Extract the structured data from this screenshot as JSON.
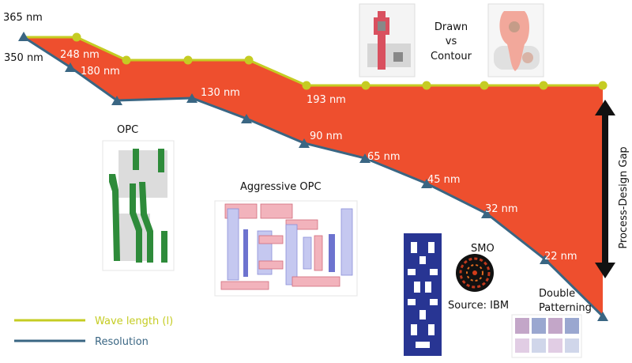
{
  "wavelength_labels": {
    "w365": "365 nm",
    "w248": "248 nm",
    "w193": "193 nm"
  },
  "resolution_labels": {
    "r350": "350 nm",
    "r180": "180 nm",
    "r130": "130 nm",
    "r90": "90 nm",
    "r65": "65 nm",
    "r45": "45 nm",
    "r32": "32 nm",
    "r22": "22 nm"
  },
  "annotations": {
    "opc": "OPC",
    "aggressive_opc": "Aggressive OPC",
    "smo": "SMO",
    "source": "Source: IBM",
    "double": "Double",
    "patterning": "Patterning",
    "drawn": "Drawn",
    "vs": "vs",
    "contour": "Contour",
    "gap": "Process-Design Gap"
  },
  "legend": {
    "wavelength": "Wave length (l)",
    "resolution": "Resolution"
  },
  "colors": {
    "fill": "#ee4f2e",
    "wavelength": "#c5cc23",
    "resolution": "#3a6683",
    "arrow": "#111111",
    "opc_green": "#2e8b3a",
    "aggr_blue": "#8a8fd9",
    "aggr_pink": "#f2b3bc",
    "mask_blue": "#283593"
  }
}
